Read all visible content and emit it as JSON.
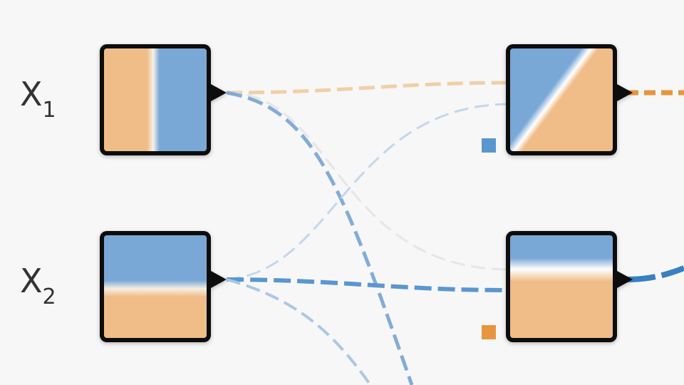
{
  "inputs": [
    {
      "id": "x1",
      "label": "X",
      "subscript": "1",
      "gradient": "vertical-split"
    },
    {
      "id": "x2",
      "label": "X",
      "subscript": "2",
      "gradient": "horizontal-split"
    }
  ],
  "colors": {
    "background": "#f7f7f7",
    "orange": "#f0bd88",
    "orange_strong": "#e8963e",
    "blue": "#7aa8d6",
    "blue_strong": "#3a7fc4",
    "white": "#ffffff",
    "node_border": "#111111",
    "faint_link": "#e6e6e6"
  },
  "bias_markers": [
    {
      "target": "h1",
      "color": "#5a96d0"
    },
    {
      "target": "h2",
      "color": "#e8963e"
    }
  ]
}
